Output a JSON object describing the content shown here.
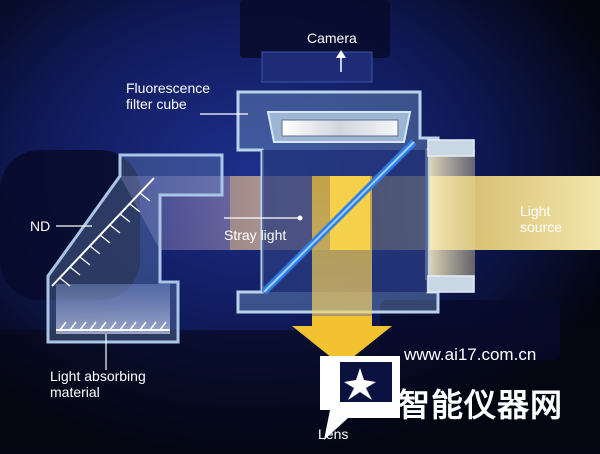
{
  "labels": {
    "camera": "Camera",
    "filter_cube_line1": "Fluorescence",
    "filter_cube_line2": "filter cube",
    "nd": "ND",
    "stray_light": "Stray light",
    "light_source_line1": "Light",
    "light_source_line2": "source",
    "absorbing_line1": "Light absorbing",
    "absorbing_line2": "material",
    "lens": "Lens"
  },
  "watermark": {
    "url": "www.ai17.com.cn",
    "brand": "智能仪器网"
  },
  "colors": {
    "background": "#050814",
    "housing_fill": "#8fb3d0",
    "housing_stroke": "#c9dff0",
    "dichroic_mirror": "#2f7fe6",
    "light_beam": "#f2c230",
    "stray_light": "#b08aa0",
    "label_text": "#ffffff"
  }
}
